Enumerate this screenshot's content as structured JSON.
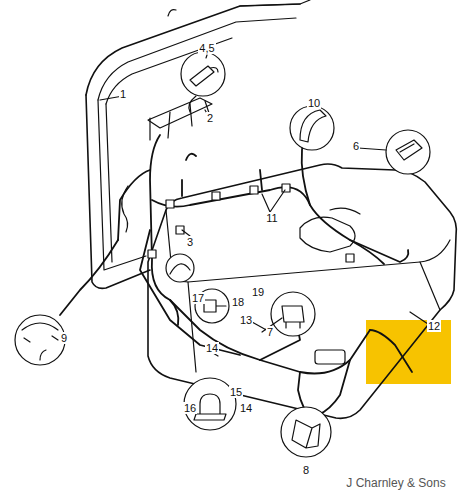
{
  "diagram": {
    "labels": [
      "1",
      "2",
      "4,5",
      "10",
      "6",
      "11",
      "3",
      "9",
      "17",
      "18",
      "19",
      "7",
      "13",
      "12",
      "14",
      "15",
      "16",
      "14",
      "8",
      "J Charnley & Sons"
    ]
  }
}
